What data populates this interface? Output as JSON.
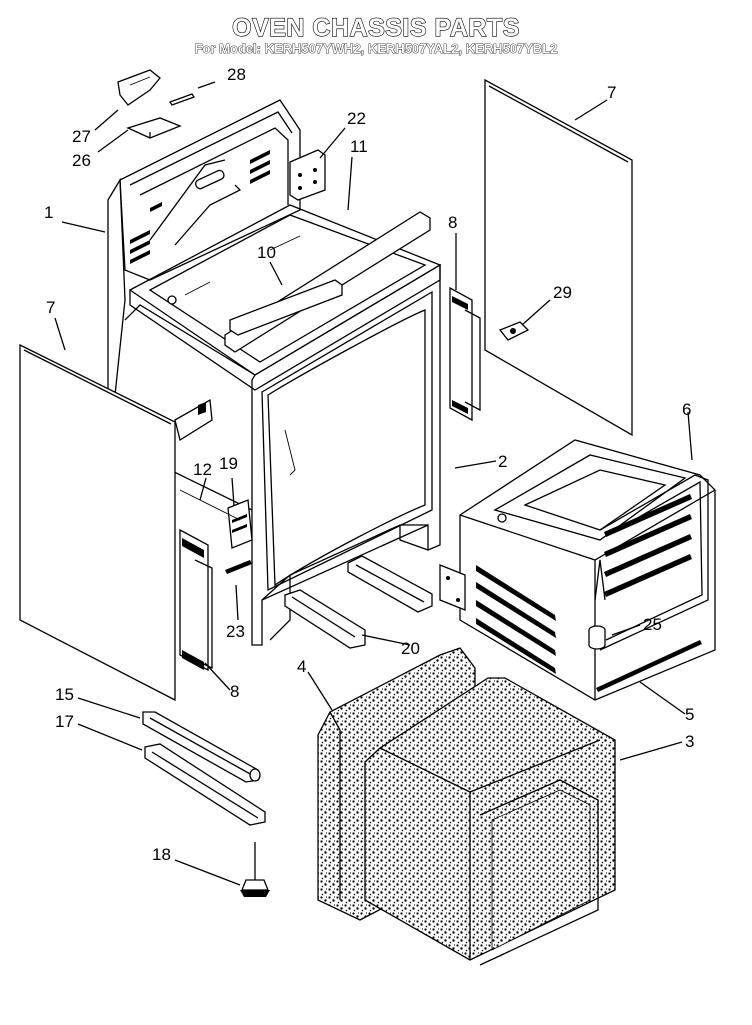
{
  "title": "OVEN CHASSIS PARTS",
  "subtitle": "For Model: KERH507YWH2, KERH507YAL2, KERH507YBL2",
  "callouts": [
    "1",
    "2",
    "3",
    "4",
    "5",
    "6",
    "7",
    "7",
    "8",
    "8",
    "10",
    "11",
    "12",
    "15",
    "17",
    "18",
    "19",
    "20",
    "22",
    "23",
    "25",
    "26",
    "27",
    "28",
    "29"
  ]
}
